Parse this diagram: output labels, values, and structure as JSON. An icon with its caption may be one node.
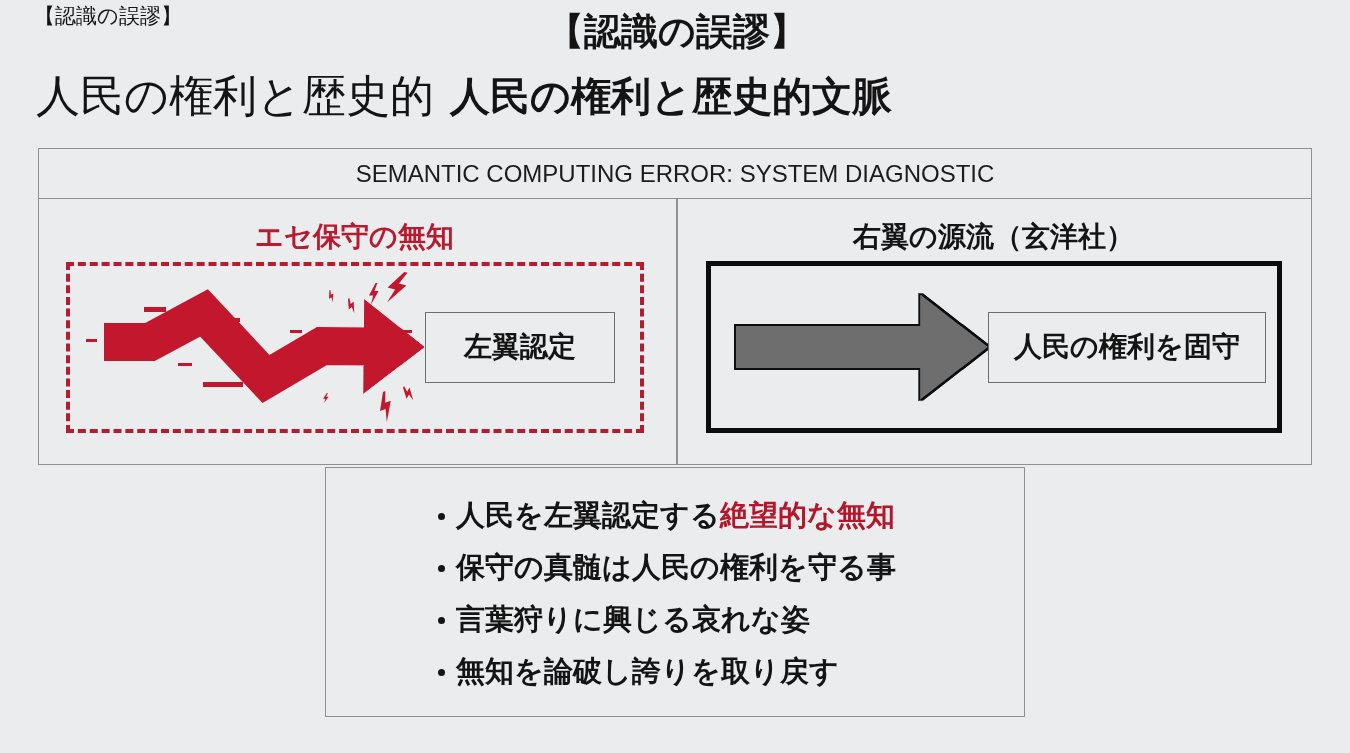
{
  "diagram": {
    "title": "人民の権利と歴史的文脈",
    "nodes": [
      {
        "text": [
          "SEMANTIC COMPUTING ERROR: SYSTEM DIAGNOSTIC"
        ]
      },
      {
        "text": [
          "エセ保守の無知"
        ],
        "in": 0
      },
      {
        "text": [
          "左翼認定"
        ],
        "in": 1
      },
      {
        "text": [
          "右翼の源流（玄洋社）"
        ],
        "in": 0
      },
      {
        "text": [
          "人民の権利を固守"
        ],
        "in": 3
      },
      {
        "text": [
          "人民を左翼認定する**絶望的な無知**",
          "保守の真髄は人民の権利を守る事",
          "言葉狩りに興じる哀れな姿",
          "無知を論破し誇りを取り戻す"
        ]
      }
    ],
    "edges": [
      {
        "from": null,
        "to": 2,
        "arrow": "to",
        "color": "#c3172e"
      },
      {
        "from": null,
        "to": 4,
        "arrow": "to",
        "color": "#6e6e6e"
      }
    ],
    "labels": [
      "【認識の誤謬】",
      "【認識の誤謬】",
      "人民の権利と歴史的"
    ]
  }
}
